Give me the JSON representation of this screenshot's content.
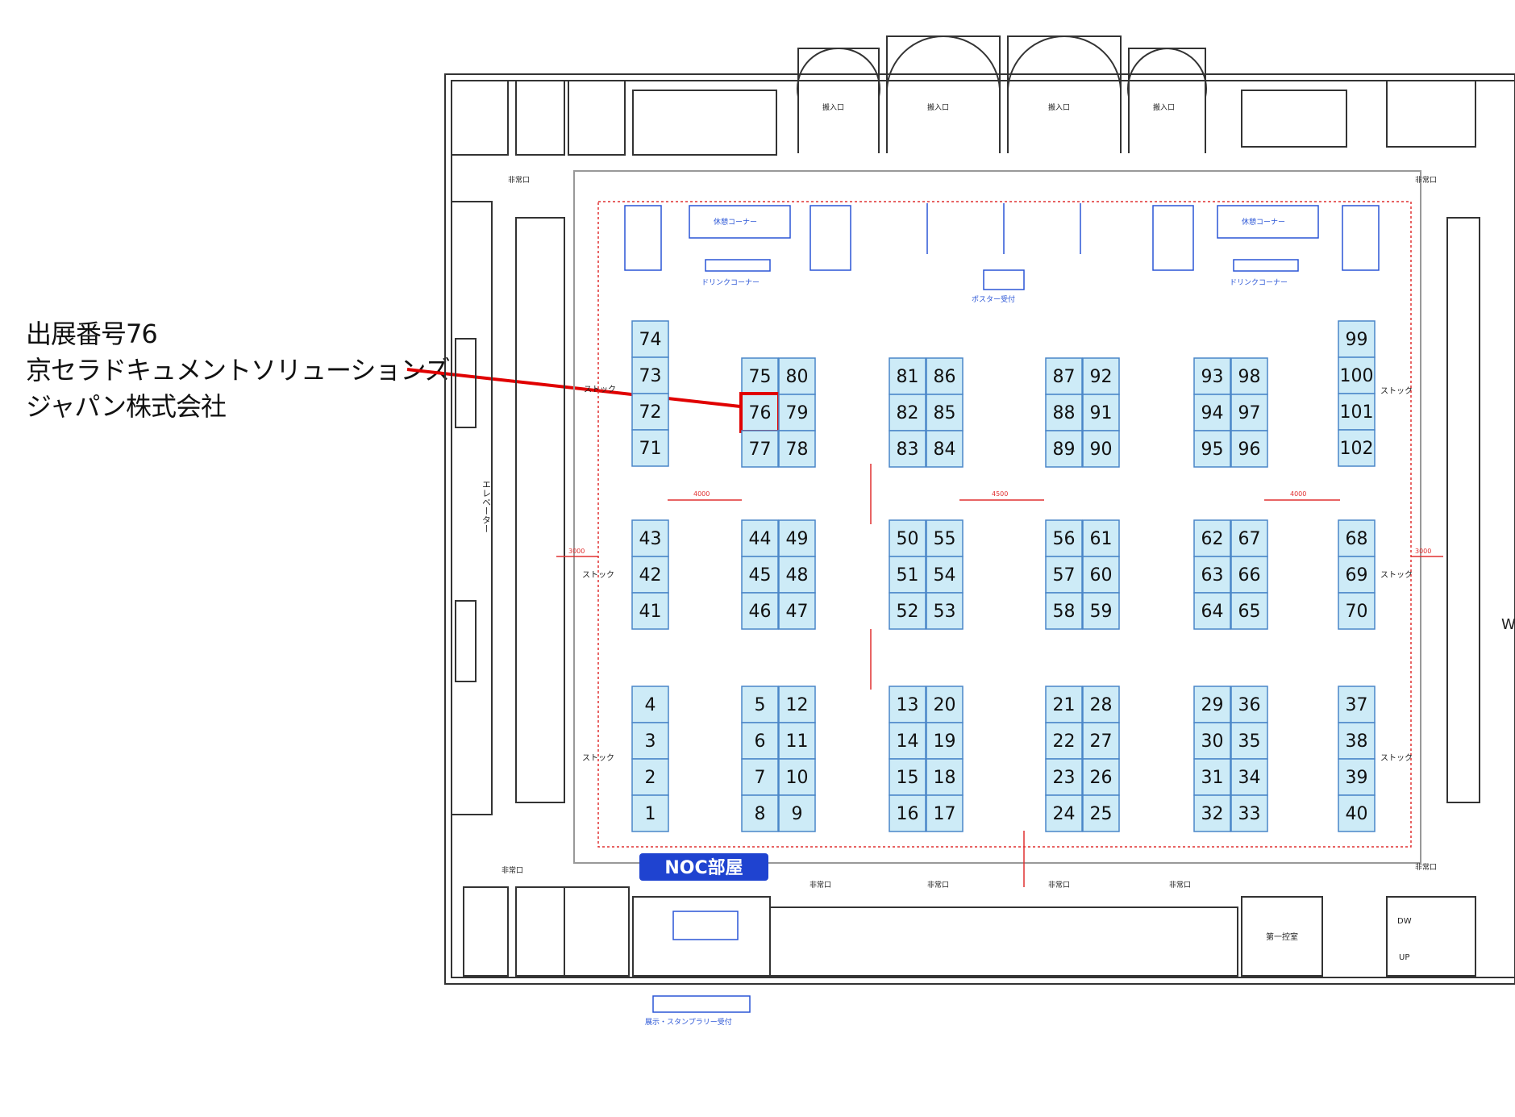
{
  "callout": {
    "line1": "出展番号76",
    "line2": "京セラドキュメントソリューションズ",
    "line3": "ジャパン株式会社"
  },
  "colors": {
    "booth_fill": "#cdebf7",
    "booth_stroke": "#4a86c8",
    "highlight": "#e00000",
    "wall": "#333333",
    "furniture": "#2a55d6",
    "noc_fill": "#1f43d0",
    "dim_line": "#e03030"
  },
  "booths": {
    "c0r0": [
      "74",
      "73",
      "72",
      "71"
    ],
    "c1r0a": [
      "75",
      "76",
      "77"
    ],
    "c1r0b": [
      "80",
      "79",
      "78"
    ],
    "c2r0a": [
      "81",
      "82",
      "83"
    ],
    "c2r0b": [
      "86",
      "85",
      "84"
    ],
    "c3r0a": [
      "87",
      "88",
      "89"
    ],
    "c3r0b": [
      "92",
      "91",
      "90"
    ],
    "c4r0a": [
      "93",
      "94",
      "95"
    ],
    "c4r0b": [
      "98",
      "97",
      "96"
    ],
    "c5r0": [
      "99",
      "100",
      "101",
      "102"
    ],
    "c0r1": [
      "43",
      "42",
      "41"
    ],
    "c1r1a": [
      "44",
      "45",
      "46"
    ],
    "c1r1b": [
      "49",
      "48",
      "47"
    ],
    "c2r1a": [
      "50",
      "51",
      "52"
    ],
    "c2r1b": [
      "55",
      "54",
      "53"
    ],
    "c3r1a": [
      "56",
      "57",
      "58"
    ],
    "c3r1b": [
      "61",
      "60",
      "59"
    ],
    "c4r1a": [
      "62",
      "63",
      "64"
    ],
    "c4r1b": [
      "67",
      "66",
      "65"
    ],
    "c5r1": [
      "68",
      "69",
      "70"
    ],
    "c0r2": [
      "4",
      "3",
      "2",
      "1"
    ],
    "c1r2a": [
      "5",
      "6",
      "7",
      "8"
    ],
    "c1r2b": [
      "12",
      "11",
      "10",
      "9"
    ],
    "c2r2a": [
      "13",
      "14",
      "15",
      "16"
    ],
    "c2r2b": [
      "20",
      "19",
      "18",
      "17"
    ],
    "c3r2a": [
      "21",
      "22",
      "23",
      "24"
    ],
    "c3r2b": [
      "28",
      "27",
      "26",
      "25"
    ],
    "c4r2a": [
      "29",
      "30",
      "31",
      "32"
    ],
    "c4r2b": [
      "36",
      "35",
      "34",
      "33"
    ],
    "c5r2": [
      "37",
      "38",
      "39",
      "40"
    ]
  },
  "highlight_booth": "76",
  "labels": {
    "stock": "ストック",
    "drink_corner": "ドリンクコーナー",
    "rest_corner": "休憩コーナー",
    "poster_reception": "ポスター受付",
    "entrance": "搬入口",
    "emergency_exit": "非常口",
    "noc_room": "NOC部屋",
    "stamp_reception": "展示・スタンプラリー受付",
    "elevator": "エレベーター",
    "dw": "DW",
    "up": "UP",
    "edge_letter": "W",
    "dim_3000": "3000",
    "dim_4000": "4000",
    "dim_4500": "4500",
    "office": "第一控室"
  }
}
